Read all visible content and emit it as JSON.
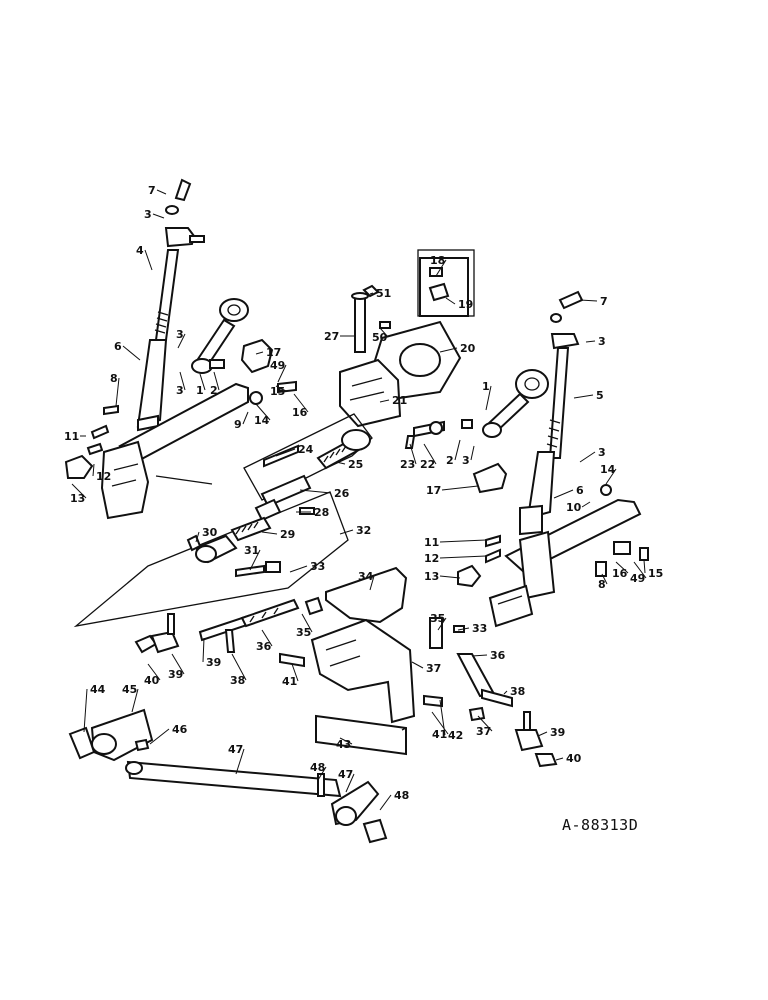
{
  "drawing_number": "A-88313D",
  "callouts": [
    "1",
    "2",
    "3",
    "4",
    "5",
    "6",
    "7",
    "8",
    "9",
    "10",
    "11",
    "12",
    "13",
    "14",
    "15",
    "16",
    "17",
    "18",
    "19",
    "20",
    "21",
    "22",
    "23",
    "24",
    "25",
    "26",
    "27",
    "28",
    "29",
    "30",
    "31",
    "32",
    "33",
    "34",
    "35",
    "36",
    "37",
    "38",
    "39",
    "40",
    "41",
    "42",
    "43",
    "44",
    "45",
    "46",
    "47",
    "48",
    "49",
    "50",
    "51"
  ]
}
